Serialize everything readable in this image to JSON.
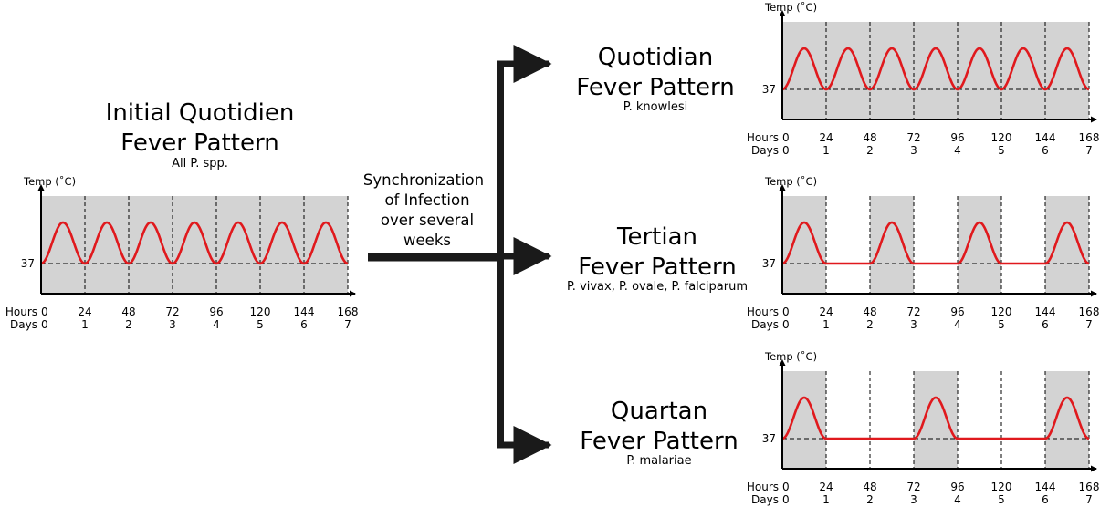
{
  "main_arrow_label": [
    "Synchronization",
    "of Infection",
    "over several",
    "weeks"
  ],
  "axis": {
    "ylabel": "Temp (˚C)",
    "baseline_label": "37",
    "hours_label": "Hours",
    "days_label": "Days",
    "hour_ticks": [
      "0",
      "24",
      "48",
      "72",
      "96",
      "120",
      "144",
      "168"
    ],
    "day_ticks": [
      "0",
      "1",
      "2",
      "3",
      "4",
      "5",
      "6",
      "7"
    ]
  },
  "colors": {
    "curve": "#e0191d",
    "fever_band": "#d3d3d3",
    "axis": "#000000"
  },
  "panels": [
    {
      "title": [
        "Initial Quotidien",
        "Fever Pattern"
      ],
      "subtitle": "All P. spp.",
      "pattern": "quotidian",
      "period_hours": 24,
      "fever_days": [
        1,
        2,
        3,
        4,
        5,
        6,
        7
      ]
    },
    {
      "title": [
        "Quotidian",
        "Fever Pattern"
      ],
      "subtitle": "P. knowlesi",
      "pattern": "quotidian",
      "period_hours": 24,
      "fever_days": [
        1,
        2,
        3,
        4,
        5,
        6,
        7
      ]
    },
    {
      "title": [
        "Tertian",
        "Fever Pattern"
      ],
      "subtitle": "P. vivax, P. ovale, P. falciparum",
      "pattern": "tertian",
      "period_hours": 48,
      "fever_days": [
        1,
        3,
        5,
        7
      ]
    },
    {
      "title": [
        "Quartan",
        "Fever Pattern"
      ],
      "subtitle": "P. malariae",
      "pattern": "quartan",
      "period_hours": 72,
      "fever_days": [
        1,
        4,
        7
      ]
    }
  ]
}
